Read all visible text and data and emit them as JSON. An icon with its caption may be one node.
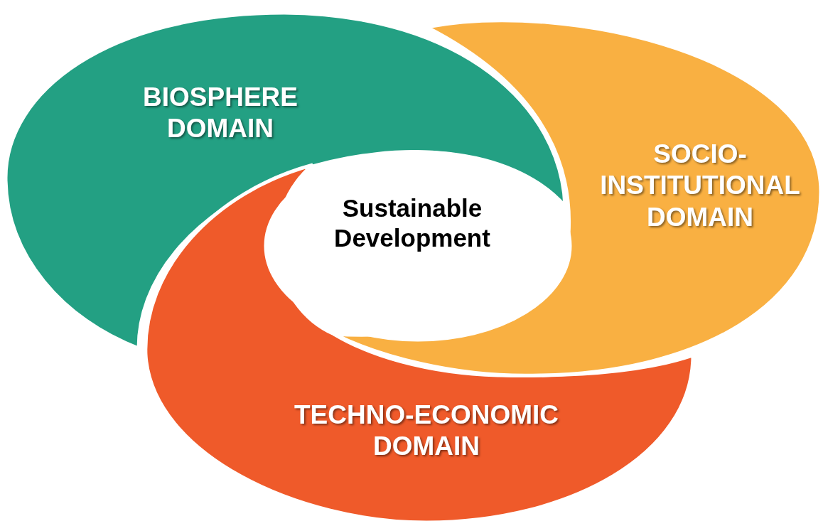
{
  "diagram": {
    "nodes": [
      {
        "text": [
          "BIOSPHERE DOMAIN"
        ]
      },
      {
        "text": [
          "TECHNO-ECONOMIC DOMAIN"
        ]
      },
      {
        "text": [
          "SOCIO-INSTITUTIONAL DOMAIN"
        ]
      },
      {
        "text": [
          "Sustainable Development"
        ]
      }
    ]
  }
}
